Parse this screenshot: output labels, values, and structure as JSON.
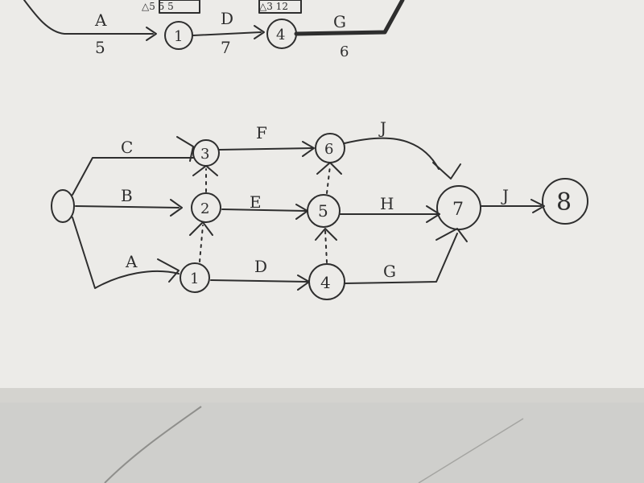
{
  "colors": {
    "paper": "#ecebe8",
    "paper_shadow": "#d4d3cf",
    "ink": "#2e2e2e",
    "table": "#cfcfcc"
  },
  "top_diagram": {
    "nodes": [
      "1",
      "4"
    ],
    "edges": [
      {
        "label": "A",
        "duration": "5"
      },
      {
        "label": "D",
        "duration": "7"
      },
      {
        "label": "G",
        "duration": "6"
      }
    ],
    "boxes": [
      "△5 5 5",
      "△3 12"
    ]
  },
  "main_diagram": {
    "start_node": "0",
    "nodes": [
      "1",
      "2",
      "3",
      "4",
      "5",
      "6",
      "7",
      "8"
    ],
    "edges": {
      "C": "C",
      "B": "B",
      "A": "A",
      "F": "F",
      "E": "E",
      "D": "D",
      "J_top": "J",
      "H": "H",
      "G": "G",
      "J_final": "J"
    }
  }
}
